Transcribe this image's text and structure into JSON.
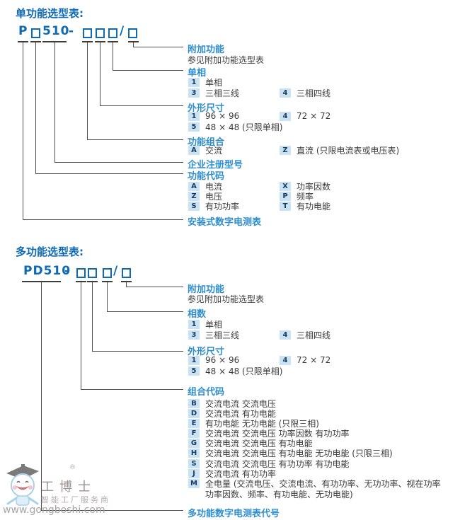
{
  "colors": {
    "title_blue": "#0e6ab5",
    "label_blue": "#2f8ecd",
    "badge_bg": "#c9e2f4",
    "badge_text": "#1d3c62",
    "body_text": "#3a3a3a",
    "line": "#4e4e4e"
  },
  "s1": {
    "title": "单功能选型表:",
    "code": {
      "p": "P",
      "num": "510",
      "dash": "-",
      "slash": "/"
    },
    "labels": {
      "extra": "附加功能",
      "extra_note": "参见附加功能选型表",
      "phase": "单相",
      "size": "外形尺寸",
      "combo": "功能组合",
      "reg": "企业注册型号",
      "func": "功能代码",
      "bottom": "安装式数字电测表"
    },
    "items": {
      "phase_1": {
        "c": "1",
        "t": "单相"
      },
      "phase_3": {
        "c": "3",
        "t": "三相三线"
      },
      "phase_4": {
        "c": "4",
        "t": "三相四线"
      },
      "size_1": {
        "c": "1",
        "t": "96 × 96"
      },
      "size_4": {
        "c": "4",
        "t": "72 × 72"
      },
      "size_5": {
        "c": "5",
        "t": "48 × 48 (只限单相)"
      },
      "combo_a": {
        "c": "A",
        "t": "交流"
      },
      "combo_z": {
        "c": "Z",
        "t": "直流 (只限电流表或电压表)"
      },
      "func_a": {
        "c": "A",
        "t": "电流"
      },
      "func_x": {
        "c": "X",
        "t": "功率因数"
      },
      "func_z": {
        "c": "Z",
        "t": "电压"
      },
      "func_p": {
        "c": "P",
        "t": "频率"
      },
      "func_s": {
        "c": "S",
        "t": "有功功率"
      },
      "func_t": {
        "c": "T",
        "t": "有功电能"
      }
    }
  },
  "s2": {
    "title": "多功能选型表:",
    "code": {
      "model": "PD510",
      "dash": "-",
      "slash": "/"
    },
    "labels": {
      "extra": "附加功能",
      "extra_note": "参见附加功能选型表",
      "phase": "相数",
      "size": "外形尺寸",
      "combo": "组合代码",
      "bottom": "多功能数字电测表代号"
    },
    "items": {
      "phase_1": {
        "c": "1",
        "t": "单相"
      },
      "phase_3": {
        "c": "3",
        "t": "三相三线"
      },
      "phase_4": {
        "c": "4",
        "t": "三相四线"
      },
      "size_1": {
        "c": "1",
        "t": "96 × 96"
      },
      "size_4": {
        "c": "4",
        "t": "72 × 72"
      },
      "size_5": {
        "c": "5",
        "t": "48 × 48 (只限单相)"
      }
    },
    "combos": [
      {
        "c": "B",
        "t": "交流电流 交流电压"
      },
      {
        "c": "D",
        "t": "交流电流 有功电能"
      },
      {
        "c": "E",
        "t": "有功电能 无功电能 (只限三相)"
      },
      {
        "c": "F",
        "t": "交流电流 交流电压 功率因数 有功功率"
      },
      {
        "c": "G",
        "t": "交流电流 交流电压 有功电能"
      },
      {
        "c": "H",
        "t": "交流电流 交流电压 有功电能 无功电能 (只限三相)"
      },
      {
        "c": "S",
        "t": "交流电流 交流电压 有功功率 有功电能"
      },
      {
        "c": "J",
        "t": "交流电流 有功功率"
      },
      {
        "c": "M",
        "t": "全电量 (交流电压、交流电流、有功功率、无功功率、视在功率",
        "t2": "功率因数、频率、有功电能、无功电能)"
      }
    ]
  },
  "watermark": {
    "brand": "工博士",
    "tagline": "智能工厂服务商",
    "url": "www.gongboshi.com",
    "reg": "®"
  }
}
